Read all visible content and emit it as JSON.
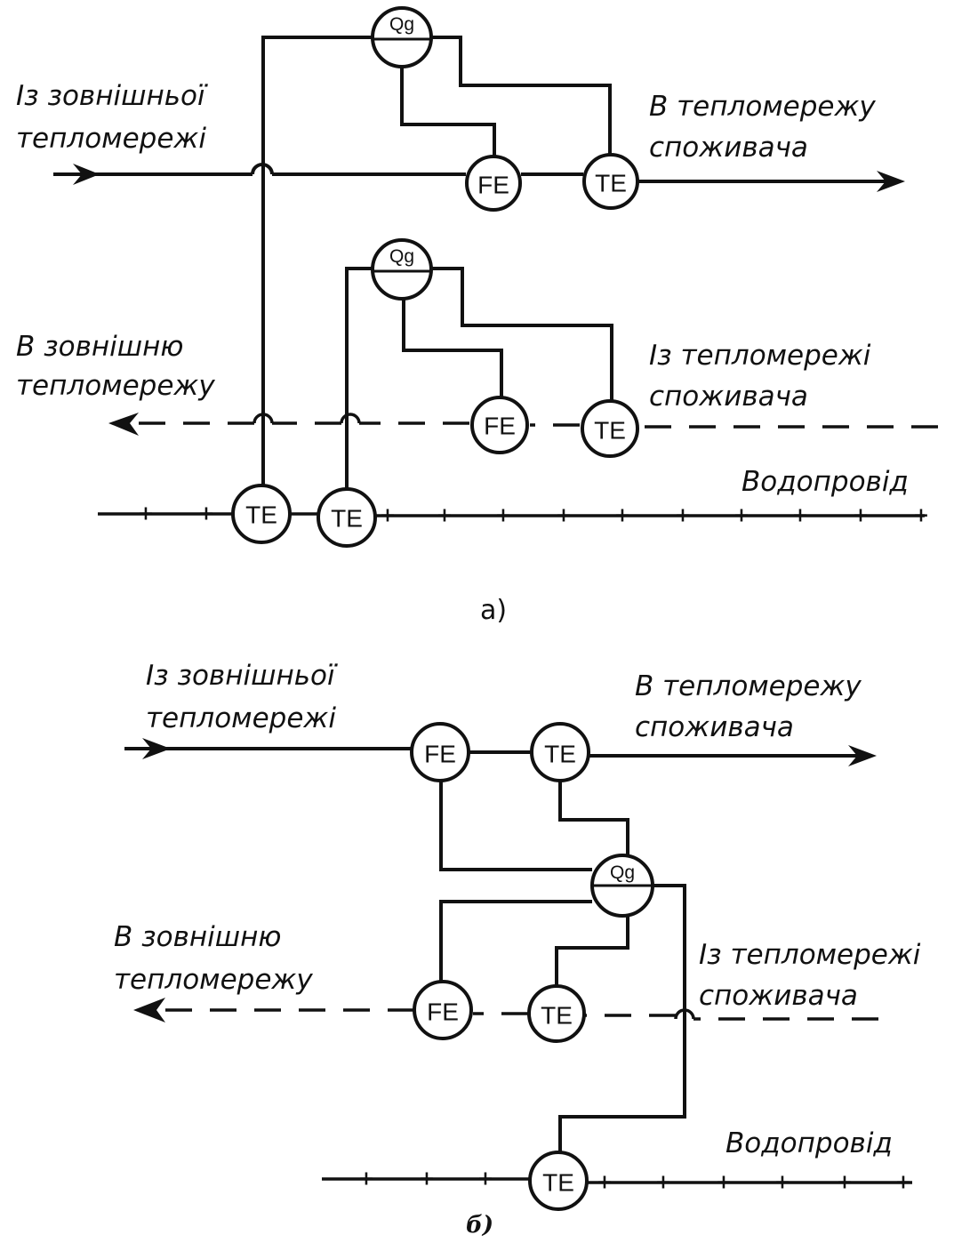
{
  "diagram_a": {
    "caption": "а)",
    "labels": {
      "from_external": [
        "Із зовнішньої",
        "тепломережі"
      ],
      "to_consumer": [
        "В тепломережу",
        "споживача"
      ],
      "to_external": [
        "В зовнішню",
        "тепломережу"
      ],
      "from_consumer": [
        "Із тепломережі",
        "споживача"
      ],
      "water_supply": "Водопровід"
    },
    "nodes": {
      "qg_top": "Qg",
      "qg_mid": "Qg",
      "fe_supply": "FE",
      "te_supply": "TE",
      "fe_return": "FE",
      "te_return": "TE",
      "te_water1": "TE",
      "te_water2": "TE"
    }
  },
  "diagram_b": {
    "caption": "б)",
    "labels": {
      "from_external": [
        "Із зовнішньої",
        "тепломережі"
      ],
      "to_consumer": [
        "В тепломережу",
        "споживача"
      ],
      "to_external": [
        "В зовнішню",
        "тепломережу"
      ],
      "from_consumer": [
        "Із тепломережі",
        "споживача"
      ],
      "water_supply": "Водопровід"
    },
    "nodes": {
      "qg": "Qg",
      "fe_supply": "FE",
      "te_supply": "TE",
      "fe_return": "FE",
      "te_return": "TE",
      "te_water": "TE"
    }
  },
  "water_mark": "+"
}
